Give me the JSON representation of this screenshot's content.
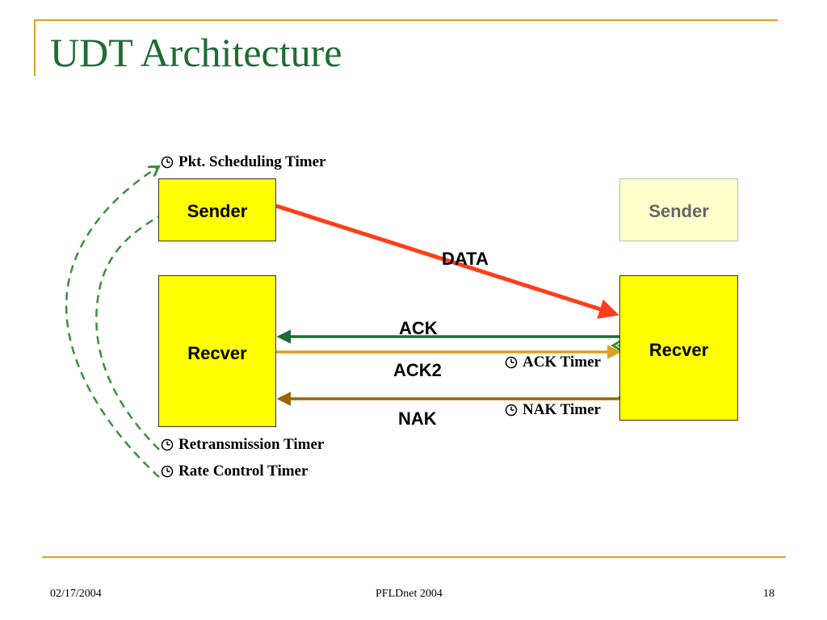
{
  "slide": {
    "title": "UDT Architecture"
  },
  "boxes": {
    "left_sender": "Sender",
    "left_recver": "Recver",
    "right_sender": "Sender",
    "right_recver": "Recver"
  },
  "messages": {
    "data": "DATA",
    "ack": "ACK",
    "ack2": "ACK2",
    "nak": "NAK"
  },
  "timers": {
    "pkt_scheduling": "Pkt. Scheduling Timer",
    "ack_timer": "ACK  Timer",
    "nak_timer": "NAK Timer",
    "retransmission": "Retransmission  Timer",
    "rate_control": "Rate Control  Timer"
  },
  "colors": {
    "title": "#1e6b34",
    "rule": "#d9a12a",
    "box_fill": "#ffff00",
    "box_fill_faded": "#ffffcc",
    "data_arrow": "#ff3d1a",
    "ack_arrow": "#1e6b34",
    "ack2_arrow": "#d9a12a",
    "nak_arrow": "#996600",
    "timer_loop": "#3c8f3c"
  },
  "icons": {
    "timer": "clock-icon"
  },
  "footer": {
    "date": "02/17/2004",
    "event": "PFLDnet 2004",
    "page": "18"
  }
}
